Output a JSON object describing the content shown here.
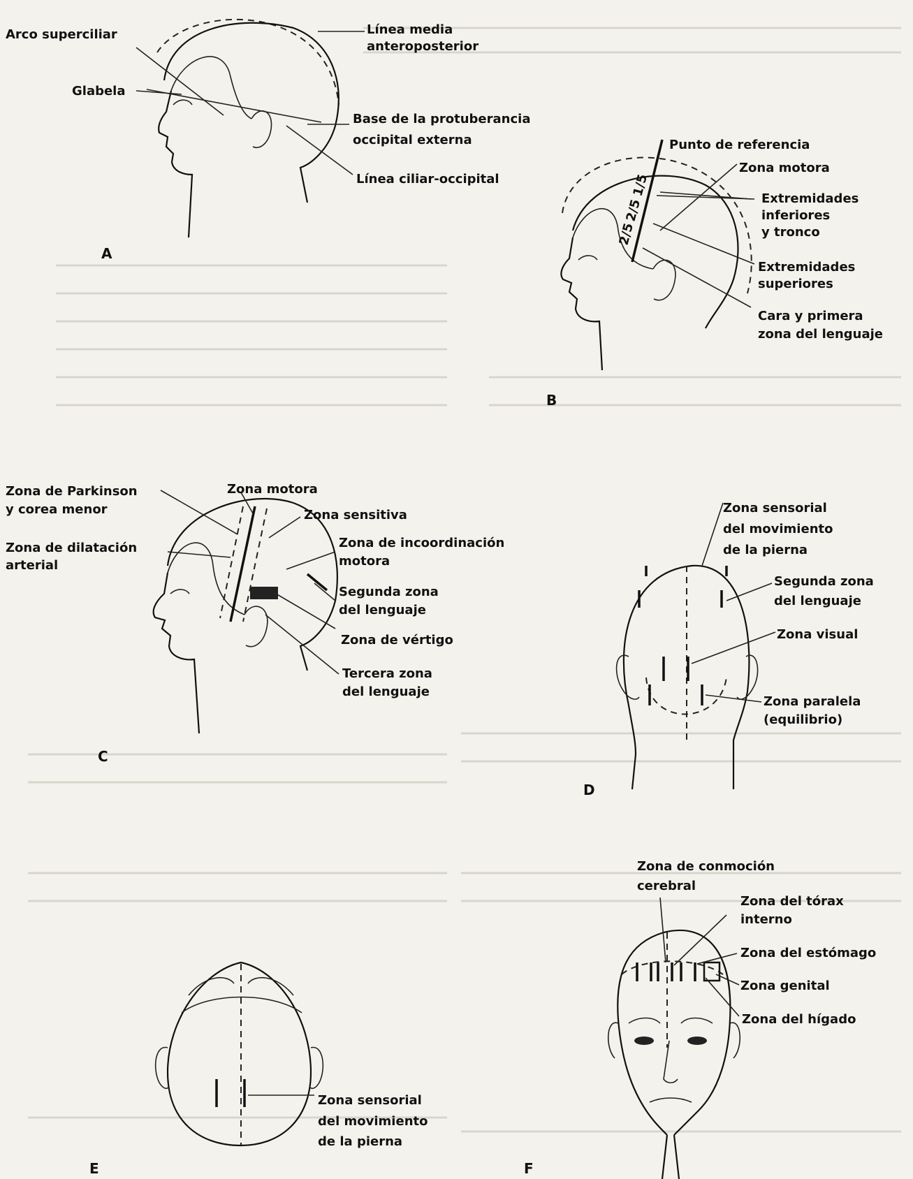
{
  "panels": {
    "A": {
      "letter": "A",
      "labels": {
        "arco": "Arco superciliar",
        "glabela": "Glabela",
        "linea_media_1": "Línea media",
        "linea_media_2": "anteroposterior",
        "base_1": "Base de la protuberancia",
        "base_2": "occipital externa",
        "ciliar": "Línea ciliar-occipital"
      }
    },
    "B": {
      "letter": "B",
      "labels": {
        "punto": "Punto de referencia",
        "motora": "Zona motora",
        "ext_inf_1": "Extremidades",
        "ext_inf_2": "inferiores",
        "ext_inf_3": "y tronco",
        "ext_sup_1": "Extremidades",
        "ext_sup_2": "superiores",
        "cara_1": "Cara y primera",
        "cara_2": "zona del lenguaje",
        "frac_1": "1/5",
        "frac_2": "2/5",
        "frac_3": "2/5"
      }
    },
    "C": {
      "letter": "C",
      "labels": {
        "parkinson_1": "Zona de Parkinson",
        "parkinson_2": "y corea menor",
        "motora": "Zona motora",
        "sensitiva": "Zona sensitiva",
        "dilatacion_1": "Zona de dilatación",
        "dilatacion_2": "arterial",
        "incoord_1": "Zona de incoordinación",
        "incoord_2": "motora",
        "segunda_1": "Segunda zona",
        "segunda_2": "del lenguaje",
        "vertigo": "Zona de vértigo",
        "tercera_1": "Tercera zona",
        "tercera_2": "del lenguaje"
      }
    },
    "D": {
      "letter": "D",
      "labels": {
        "sensorial_1": "Zona sensorial",
        "sensorial_2": "del movimiento",
        "sensorial_3": "de la pierna",
        "segunda_1": "Segunda zona",
        "segunda_2": "del lenguaje",
        "visual": "Zona visual",
        "paralela_1": "Zona paralela",
        "paralela_2": "(equilibrio)"
      }
    },
    "E": {
      "letter": "E",
      "labels": {
        "sensorial_1": "Zona sensorial",
        "sensorial_2": "del movimiento",
        "sensorial_3": "de la pierna"
      }
    },
    "F": {
      "letter": "F",
      "labels": {
        "conmocion_1": "Zona de conmoción",
        "conmocion_2": "cerebral",
        "torax_1": "Zona del tórax",
        "torax_2": "interno",
        "estomago": "Zona del estómago",
        "genital": "Zona genital",
        "higado": "Zona del hígado"
      }
    }
  }
}
